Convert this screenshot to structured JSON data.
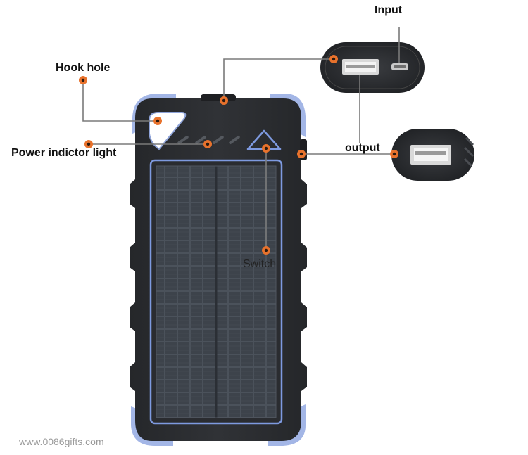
{
  "labels": {
    "hook_hole": "Hook hole",
    "power_indicator": "Power indictor light",
    "input": "Input",
    "output": "output",
    "switch": "Switch"
  },
  "watermark": "www.0086gifts.com",
  "colors": {
    "body": "#2b2d30",
    "bumper": "#9fb3e6",
    "trim": "#7e9ae0",
    "panel": "#3b4047",
    "callout_dot": "#e8722c",
    "leader_line": "#777777"
  }
}
